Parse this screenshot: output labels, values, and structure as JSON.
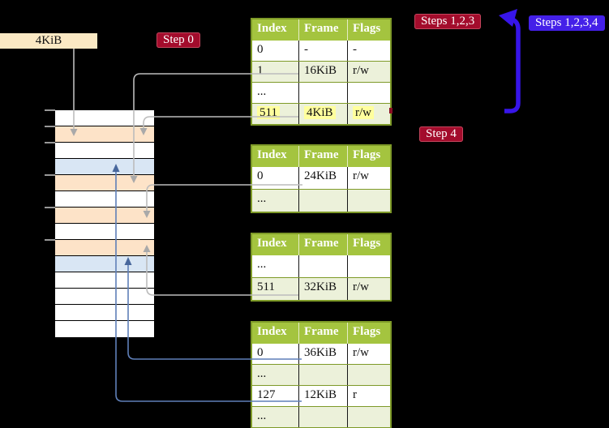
{
  "source_box": {
    "label": "4KiB"
  },
  "badges": {
    "step0": "Step 0",
    "steps123": "Steps 1,2,3",
    "steps1234": "Steps 1,2,3,4",
    "step4": "Step 4"
  },
  "memory_column": {
    "row_kinds": [
      "plain",
      "pagetable",
      "plain",
      "datapage",
      "pagetable",
      "plain",
      "pagetable",
      "plain",
      "pagetable",
      "datapage",
      "plain",
      "plain",
      "plain",
      "plain"
    ]
  },
  "tables": [
    {
      "headers": [
        "Index",
        "Frame",
        "Flags"
      ],
      "rows": [
        {
          "cells": [
            "0",
            "-",
            "-"
          ]
        },
        {
          "cells": [
            "1",
            "16KiB",
            "r/w"
          ]
        },
        {
          "cells": [
            "...",
            "",
            ""
          ]
        },
        {
          "cells": [
            "511",
            "4KiB",
            "r/w"
          ],
          "highlight": true
        }
      ]
    },
    {
      "headers": [
        "Index",
        "Frame",
        "Flags"
      ],
      "rows": [
        {
          "cells": [
            "0",
            "24KiB",
            "r/w"
          ]
        },
        {
          "cells": [
            "...",
            "",
            ""
          ]
        }
      ]
    },
    {
      "headers": [
        "Index",
        "Frame",
        "Flags"
      ],
      "rows": [
        {
          "cells": [
            "...",
            "",
            ""
          ]
        },
        {
          "cells": [
            "511",
            "32KiB",
            "r/w"
          ]
        }
      ]
    },
    {
      "headers": [
        "Index",
        "Frame",
        "Flags"
      ],
      "rows": [
        {
          "cells": [
            "0",
            "36KiB",
            "r/w"
          ]
        },
        {
          "cells": [
            "...",
            "",
            ""
          ]
        },
        {
          "cells": [
            "127",
            "12KiB",
            "r"
          ]
        },
        {
          "cells": [
            "...",
            "",
            ""
          ]
        }
      ]
    }
  ],
  "colors": {
    "background": "#000000",
    "table_header_green": "#a4c43f",
    "table_border_olive": "#7e9a28",
    "table_row_shaded": "#ecf1da",
    "highlight_yellow": "#ffff9d",
    "memory_pagetable_peach": "#fde3c8",
    "memory_datapage_blue": "#d9e6f4",
    "badge_red": "#a30c2c",
    "badge_blue": "#4420e8",
    "loop_arrow_blue": "#3715ea",
    "connector_gray": "#bcbcbc",
    "connector_blue": "#5f7fb8",
    "source_box_cream": "#fbe9c4"
  }
}
